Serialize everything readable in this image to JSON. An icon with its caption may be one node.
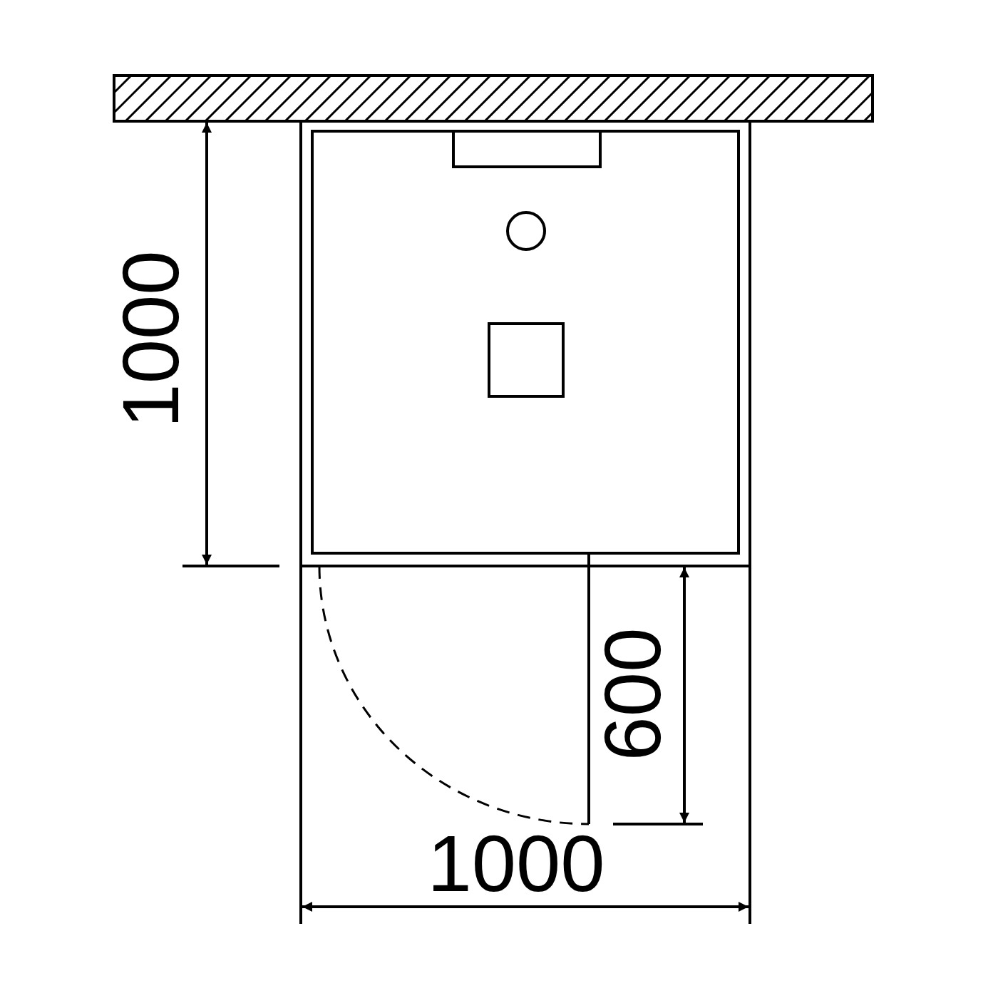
{
  "diagram": {
    "labels": [
      "1000",
      "600",
      "1000"
    ]
  }
}
